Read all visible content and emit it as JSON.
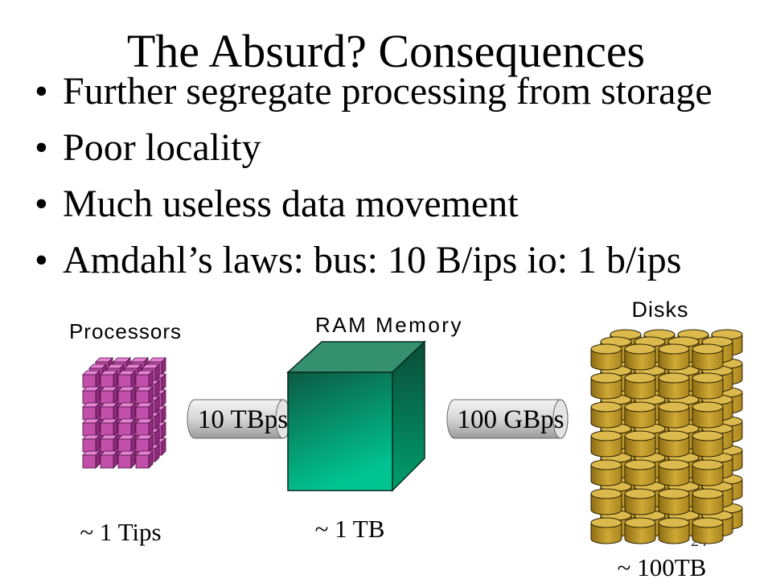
{
  "slide": {
    "title": "The Absurd? Consequences",
    "bullet_glyph": "•",
    "bullets": [
      "Further segregate processing from storage",
      "Poor locality",
      "Much useless data movement",
      "Amdahl’s laws: bus: 10 B/ips io: 1 b/ips"
    ],
    "page_number": "24"
  },
  "diagram": {
    "processors": {
      "label": "Processors",
      "capacity": "~ 1 Tips"
    },
    "memory": {
      "label": "RAM Memory",
      "capacity": "~ 1 TB"
    },
    "disks": {
      "label": "Disks",
      "capacity": "~ 100TB"
    },
    "links": [
      {
        "label": "10 TBps"
      },
      {
        "label": "100 GBps"
      }
    ]
  },
  "colors": {
    "processor_front": "#c24fa9",
    "processor_top": "#e383d2",
    "processor_side": "#8f2b7d",
    "memory_top": "#35906f",
    "memory_front_dark": "#0c5a43",
    "memory_front_light": "#00c490",
    "disk_body": "#cfa935",
    "disk_top": "#dcb94c",
    "pipe_light": "#f4f4f4",
    "pipe_dark": "#9a9a9a"
  }
}
